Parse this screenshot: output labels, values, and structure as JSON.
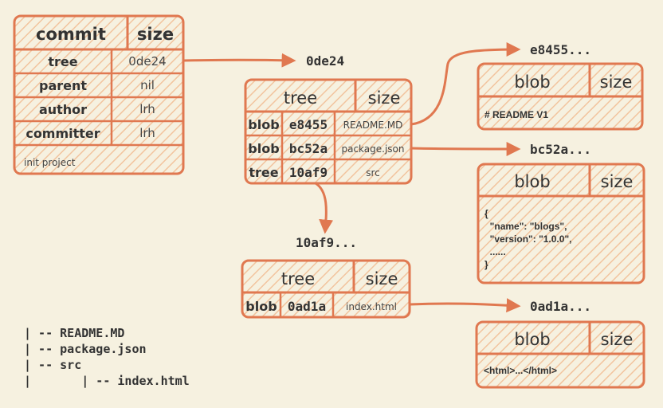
{
  "colors": {
    "background": "#f6f1e0",
    "stroke": "#e07850",
    "hatch": "#f2c49e",
    "text": "#333333"
  },
  "commit": {
    "header": {
      "name": "commit",
      "size": "size"
    },
    "rows": [
      {
        "key": "tree",
        "value": "0de24"
      },
      {
        "key": "parent",
        "value": "nil"
      },
      {
        "key": "author",
        "value": "lrh"
      },
      {
        "key": "committer",
        "value": "lrh"
      }
    ],
    "message": "init project"
  },
  "labels": {
    "root_tree": "0de24",
    "readme_blob": "e8455...",
    "package_blob": "bc52a...",
    "src_tree": "10af9...",
    "index_blob": "0ad1a..."
  },
  "root_tree": {
    "header": {
      "name": "tree",
      "size": "size"
    },
    "rows": [
      {
        "type": "blob",
        "hash": "e8455",
        "name": "README.MD"
      },
      {
        "type": "blob",
        "hash": "bc52a",
        "name": "package.json"
      },
      {
        "type": "tree",
        "hash": "10af9",
        "name": "src"
      }
    ]
  },
  "src_tree": {
    "header": {
      "name": "tree",
      "size": "size"
    },
    "rows": [
      {
        "type": "blob",
        "hash": "0ad1a",
        "name": "index.html"
      }
    ]
  },
  "blob_readme": {
    "header": {
      "name": "blob",
      "size": "size"
    },
    "content": [
      "# README V1"
    ]
  },
  "blob_package": {
    "header": {
      "name": "blob",
      "size": "size"
    },
    "content": [
      "{",
      "  \"name\": \"blogs\",",
      "  \"version\": \"1.0.0\",",
      "  ......",
      "}"
    ]
  },
  "blob_index": {
    "header": {
      "name": "blob",
      "size": "size"
    },
    "content": [
      "<html>...</html>"
    ]
  },
  "file_tree": [
    "| -- README.MD",
    "| -- package.json",
    "| -- src",
    "|       | -- index.html"
  ]
}
